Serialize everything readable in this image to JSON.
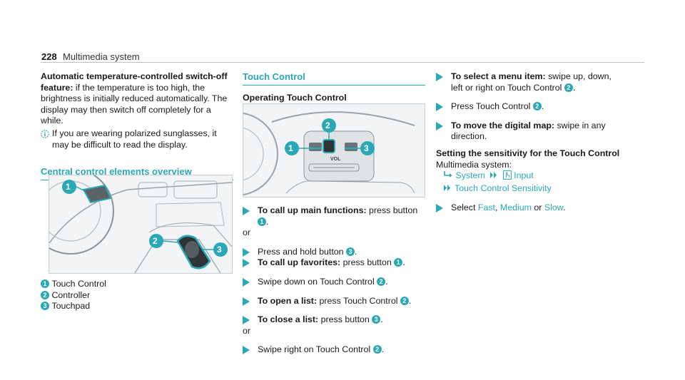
{
  "header": {
    "page_number": "228",
    "title": "Multimedia system"
  },
  "col1": {
    "para_lead": "Automatic temperature-controlled switch-off feature:",
    "para_rest": " if the temperature is too high, the brightness is initially reduced automatically. The display may then switch off completely for a while.",
    "note": "If you are wearing polarized sunglasses, it may be difficult to read the display.",
    "section_heading": "Central control elements overview",
    "legend": [
      {
        "num": "1",
        "label": "Touch Control"
      },
      {
        "num": "2",
        "label": "Controller"
      },
      {
        "num": "3",
        "label": "Touchpad"
      }
    ]
  },
  "col2": {
    "section_heading": "Touch Control",
    "subheading": "Operating Touch Control",
    "figure_labels": {
      "vol": "VOL"
    },
    "steps": {
      "s1_bold": "To call up main functions:",
      "s1_text": " press button ",
      "s1_num": "1",
      "or1": "or",
      "s2_text": "Press and hold button ",
      "s2_num": "3",
      "s3_bold": "To call up favorites:",
      "s3_text": " press button ",
      "s3_num": "1",
      "s4_text": "Swipe down on Touch Control ",
      "s4_num": "2",
      "s5_bold": "To open a list:",
      "s5_text": " press Touch Control ",
      "s5_num": "2",
      "s6_bold": "To close a list:",
      "s6_text": " press button ",
      "s6_num": "3",
      "or2": "or",
      "s7_text": "Swipe right on Touch Control ",
      "s7_num": "2"
    }
  },
  "col3": {
    "s1_bold": "To select a menu item:",
    "s1_text": " swipe up, down, left or right on Touch Control ",
    "s1_num": "2",
    "s2_text": "Press Touch Control ",
    "s2_num": "2",
    "s3_bold": "To move the digital map:",
    "s3_text": " swipe in any direction.",
    "setting_heading": "Setting the sensitivity for the Touch Control",
    "setting_sub": "Multimedia system:",
    "menu_system": "System",
    "menu_input": "Input",
    "menu_sensitivity": "Touch Control Sensitivity",
    "select_text": "Select ",
    "opt_fast": "Fast",
    "opt_medium": "Medium",
    "opt_or": " or ",
    "opt_slow": "Slow"
  },
  "colors": {
    "accent": "#2aa8b6",
    "text": "#1a1a1a"
  },
  "icons": [
    "info-icon",
    "arrow-bullet-icon",
    "menu-path-icon",
    "double-chevron-icon",
    "hand-input-icon"
  ]
}
